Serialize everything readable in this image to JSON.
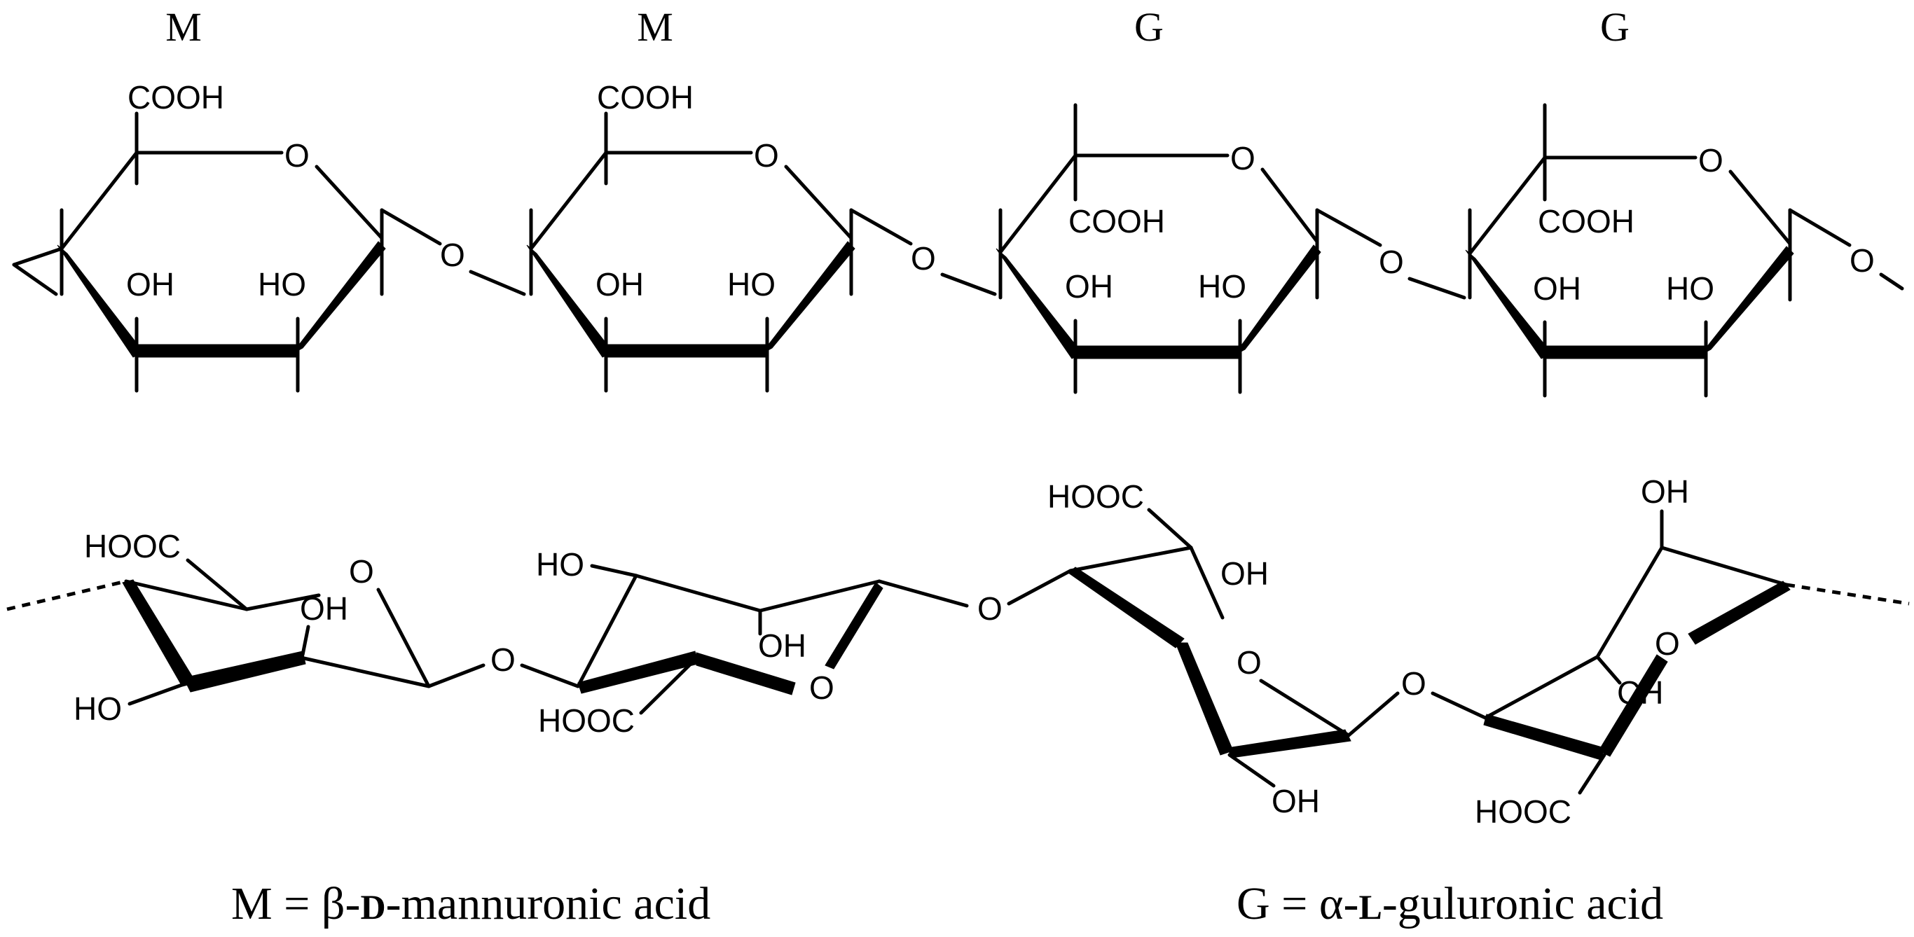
{
  "top_row": {
    "units": [
      "M",
      "M",
      "G",
      "G"
    ],
    "carboxyl": "COOH",
    "ring_oxygen": "O",
    "link_oxygen": "O",
    "hydroxyl_left": "OH",
    "hydroxyl_right": "HO"
  },
  "bottom_row": {
    "labels": {
      "hooc": "HOOC",
      "oh": "OH",
      "ho": "HO",
      "o": "O",
      "ch": "CH"
    }
  },
  "legend": {
    "m": {
      "prefix": "M = β-",
      "config": "D",
      "name": "-mannuronic  acid"
    },
    "g": {
      "prefix": "G = α-",
      "config": "L",
      "name": "-guluronic  acid"
    }
  }
}
